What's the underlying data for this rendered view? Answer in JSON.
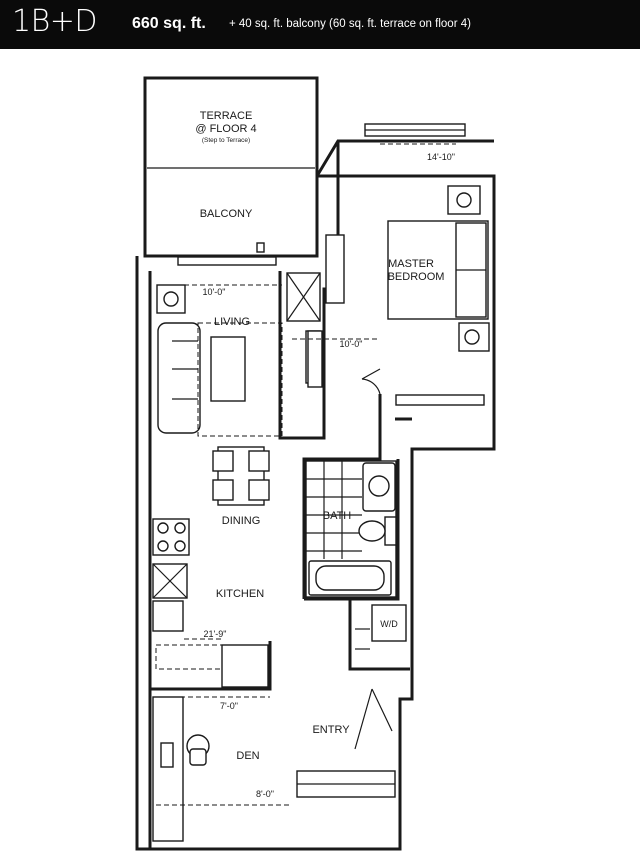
{
  "header": {
    "unit_code": "1B+D",
    "area": "660 sq. ft.",
    "extra_area": "+ 40 sq. ft. balcony (60 sq. ft. terrace on floor 4)"
  },
  "rooms": {
    "terrace_line1": "TERRACE",
    "terrace_line2": "@ FLOOR 4",
    "terrace_note": "(Step to Terrace)",
    "balcony": "BALCONY",
    "master_line1": "MASTER",
    "master_line2": "BEDROOM",
    "living": "LIVING",
    "dining": "DINING",
    "bath": "BATH",
    "kitchen": "KITCHEN",
    "washer_dryer": "W/D",
    "entry": "ENTRY",
    "den": "DEN"
  },
  "dimensions": {
    "master_width": "14'-10\"",
    "living_width": "10'-0\"",
    "master_depth": "10'-0\"",
    "kitchen_length": "21'-9\"",
    "den_width": "7'-0\"",
    "den_length": "8'-0\""
  }
}
